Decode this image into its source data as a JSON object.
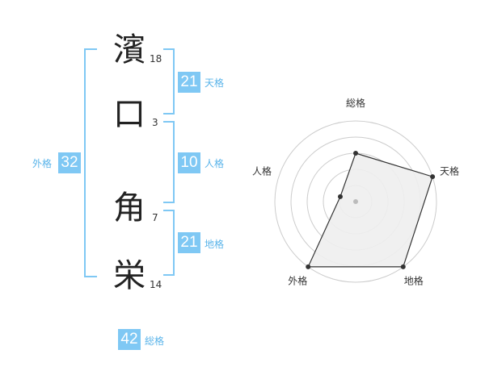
{
  "name": {
    "chars": [
      {
        "char": "濱",
        "strokes": "18"
      },
      {
        "char": "口",
        "strokes": "3"
      },
      {
        "char": "角",
        "strokes": "7"
      },
      {
        "char": "栄",
        "strokes": "14"
      }
    ]
  },
  "fortunes": {
    "tenkaku": {
      "value": "21",
      "label": "天格"
    },
    "jinkaku": {
      "value": "10",
      "label": "人格"
    },
    "chikaku": {
      "value": "21",
      "label": "地格"
    },
    "gaikaku": {
      "value": "32",
      "label": "外格"
    },
    "soukaku": {
      "value": "42",
      "label": "総格"
    }
  },
  "colors": {
    "accent": "#7fc8f4",
    "label": "#5ab4ea",
    "polygon_fill": "#eeeeee"
  },
  "chart_data": {
    "type": "radar",
    "axes": [
      "総格",
      "天格",
      "地格",
      "外格",
      "人格"
    ],
    "rings": 5,
    "values": [
      3,
      5,
      5,
      5,
      1
    ],
    "max": 5
  }
}
